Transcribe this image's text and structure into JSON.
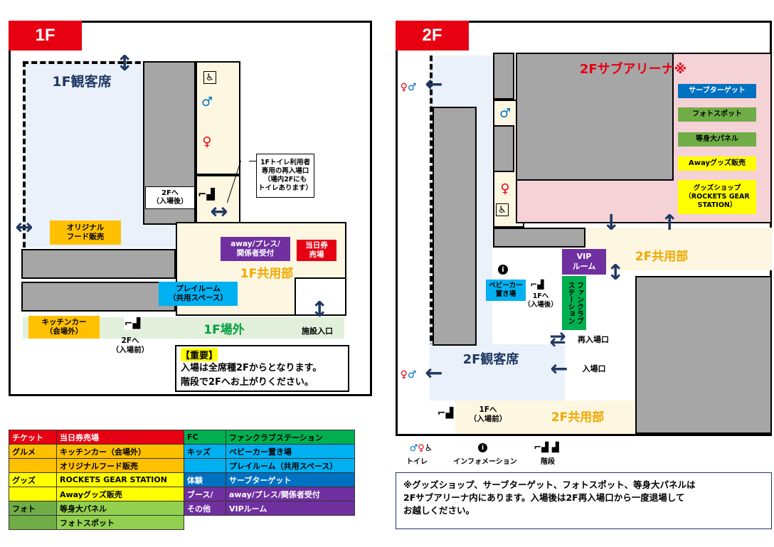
{
  "colors": {
    "red": "#e60012",
    "orange": "#ffc000",
    "blue": "#1ba1e2",
    "dark_blue": "#0070c0",
    "green": "#70ad47",
    "purple": "#7030a0",
    "yellow": "#ffff00",
    "arrow": "#1f3864",
    "audience_area": "#eaf1fa",
    "common_area": "#fdf7e1",
    "sub_arena": "#f5d2d6",
    "outside": "#e2efda"
  },
  "floor1": {
    "tag": "1F",
    "audience_seats": "1F観客席",
    "common_area": "1F共用部",
    "outside": "1F場外",
    "reentry_note": "1Fトイレ利用者\n専用の再入場口\n（場内2Fにも\nトイレあります）",
    "to_2f_after": "2Fへ\n（入場後）",
    "to_2f_before": "2Fへ\n（入場前）",
    "original_food": "オリジナル\nフード販売",
    "away_press": "away/プレス/\n関係者受付",
    "same_day_ticket": "当日券\n売場",
    "playroom": "プレイルーム\n（共用スペース）",
    "kitchen_car": "キッチンカー\n（会場外）",
    "facility_entrance": "施設入口",
    "important_title": "【重要】",
    "important_line1": "入場は全席種2Fからとなります。",
    "important_line2": "階段で2Fへお上がりください。"
  },
  "floor2": {
    "tag": "2F",
    "sub_arena": "2Fサブアリーナ※",
    "common_area_1": "2F共用部",
    "common_area_2": "2F共用部",
    "audience_seats": "2F観客席",
    "sub_target": "サーブターゲット",
    "photo_spot": "フォトスポット",
    "life_size_panel": "等身大パネル",
    "away_goods": "Awayグッズ販売",
    "goods_shop": "グッズショップ\n（ROCKETS GEAR\nSTATION）",
    "vip_room": "VIP\nルーム",
    "fanclub_station": "ファンクラブ\nステーション",
    "baby_car": "ベビーカー\n置き場",
    "to_1f_after": "1Fへ\n（入場後）",
    "to_1f_before": "1Fへ\n（入場前）",
    "reentry": "再入場口",
    "entrance": "入場口",
    "note": "※グッズショップ、サーブターゲット、フォトスポット、等身大パネルは\n2Fサブアリーナ内にあります。入場後は2F再入場口から一度退場して\nお越しください。"
  },
  "icon_legend": {
    "toilet": "トイレ",
    "information": "インフォメーション",
    "stairs": "階段"
  },
  "legend": {
    "rows_left": [
      {
        "cat": "チケット",
        "item": "当日券売場",
        "cat_color": "#e60012",
        "item_color": "#e60012",
        "text_color": "#ffffff"
      },
      {
        "cat": "グルメ",
        "item": "キッチンカー（会場外）",
        "cat_color": "#ffc000",
        "item_color": "#ffc000",
        "text_color": "#000000"
      },
      {
        "cat": "",
        "item": "オリジナルフード販売",
        "cat_color": "#ffc000",
        "item_color": "#ffc000",
        "text_color": "#000000"
      },
      {
        "cat": "グッズ",
        "item": "ROCKETS GEAR STATION",
        "cat_color": "#ffff00",
        "item_color": "#ffff00",
        "text_color": "#000000"
      },
      {
        "cat": "",
        "item": "Awayグッズ販売",
        "cat_color": "#ffff00",
        "item_color": "#ffff00",
        "text_color": "#000000"
      },
      {
        "cat": "フォト",
        "item": "等身大パネル",
        "cat_color": "#70ad47",
        "item_color": "#92d050",
        "text_color": "#000000"
      },
      {
        "cat": "",
        "item": "フォトスポット",
        "cat_color": "#70ad47",
        "item_color": "#92d050",
        "text_color": "#000000"
      }
    ],
    "rows_right": [
      {
        "cat": "FC",
        "item": "ファンクラブステーション",
        "cat_color": "#00b050",
        "item_color": "#00b050",
        "text_color": "#000000"
      },
      {
        "cat": "キッズ",
        "item": "ベビーカー置き場",
        "cat_color": "#00b0f0",
        "item_color": "#00b0f0",
        "text_color": "#000000"
      },
      {
        "cat": "",
        "item": "プレイルーム（共用スペース）",
        "cat_color": "#00b0f0",
        "item_color": "#00b0f0",
        "text_color": "#000000"
      },
      {
        "cat": "体験",
        "item": "サーブターゲット",
        "cat_color": "#0070c0",
        "item_color": "#0070c0",
        "text_color": "#ffffff"
      },
      {
        "cat": "ブース/",
        "item": "away/プレス/関係者受付",
        "cat_color": "#7030a0",
        "item_color": "#7030a0",
        "text_color": "#ffffff"
      },
      {
        "cat": "その他",
        "item": "VIPルーム",
        "cat_color": "#7030a0",
        "item_color": "#7030a0",
        "text_color": "#ffffff"
      }
    ]
  }
}
